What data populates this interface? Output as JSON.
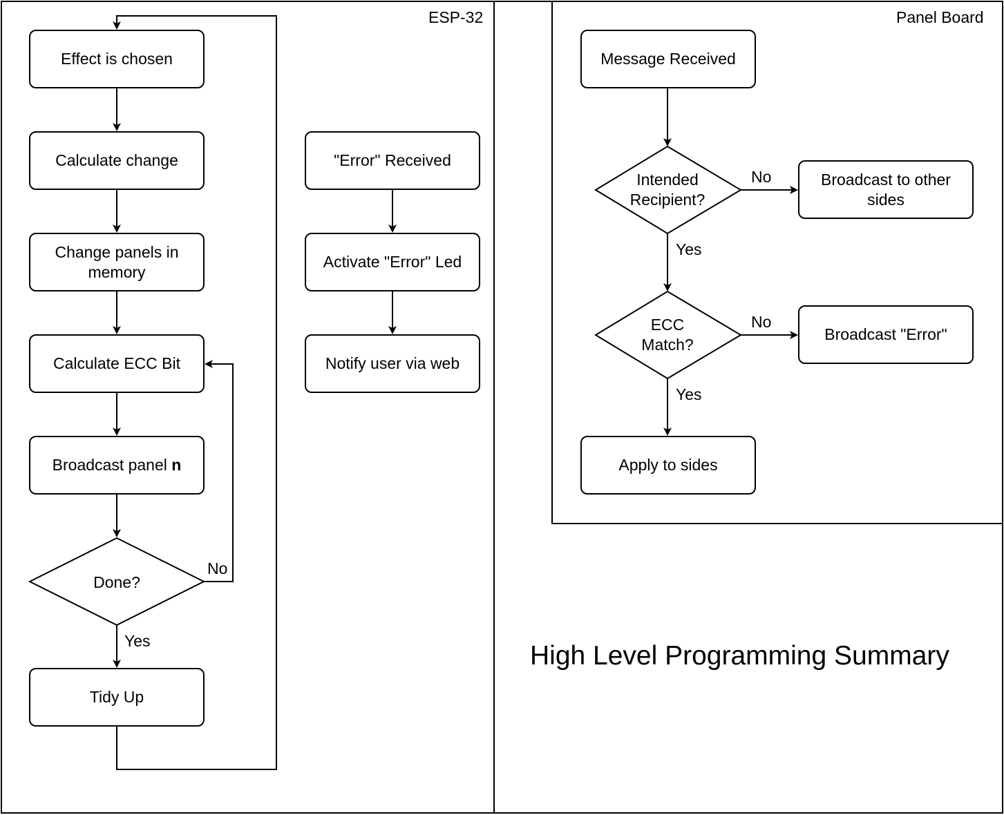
{
  "title": "High Level Programming Summary",
  "lanes": {
    "esp32": "ESP-32",
    "panel_board": "Panel Board"
  },
  "esp32_flow": {
    "effect_chosen": "Effect is chosen",
    "calculate_change": "Calculate change",
    "change_panels": "Change panels in memory",
    "calculate_ecc": "Calculate ECC Bit",
    "broadcast_panel_prefix": "Broadcast panel ",
    "broadcast_panel_var": "n",
    "done_decision": "Done?",
    "done_no": "No",
    "done_yes": "Yes",
    "tidy_up": "Tidy Up"
  },
  "error_flow": {
    "error_received": "\"Error\" Received",
    "activate_led": "Activate \"Error\" Led",
    "notify_user": "Notify user via web"
  },
  "panel_flow": {
    "message_received": "Message Received",
    "intended_recipient": "Intended Recipient?",
    "recipient_no": "No",
    "recipient_yes": "Yes",
    "broadcast_other": "Broadcast to other sides",
    "ecc_match": "ECC Match?",
    "ecc_no": "No",
    "ecc_yes": "Yes",
    "broadcast_error": "Broadcast \"Error\"",
    "apply_sides": "Apply to sides"
  }
}
